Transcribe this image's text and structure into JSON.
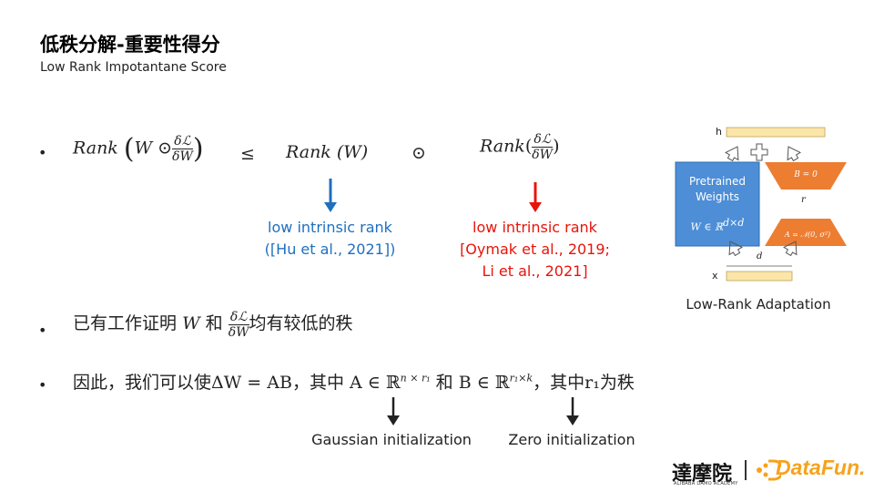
{
  "slide": {
    "title": "低秩分解-重要性得分",
    "subtitle": "Low Rank Impotantane Score"
  },
  "formula": {
    "rank_word": "Rank",
    "W": "W",
    "odot": "⊙",
    "frac_num": "δℒ",
    "frac_den": "δW",
    "leq": "≤",
    "rank_W": "Rank (W)"
  },
  "annotations": {
    "blue_line1": "low intrinsic rank",
    "blue_line2": "([Hu et al., 2021])",
    "red_line1": "low intrinsic rank",
    "red_line2": "[Oymak et al., 2019;",
    "red_line3": "Li et al., 2021]"
  },
  "bullet2": {
    "prefix": "已有工作证明",
    "W": "W",
    "and": "和",
    "suffix": "均有较低的秩"
  },
  "bullet3": {
    "prefix": "因此，我们可以使",
    "delta": "ΔW = AB，",
    "mid1": "其中 A ∈ ℝ",
    "sup1": "n × r₁",
    "mid2": " 和 B ∈ ℝ",
    "sup2": "r₁×k",
    "suffix": "，其中r₁为秩"
  },
  "init_labels": {
    "gaussian": "Gaussian initialization",
    "zero": "Zero initialization"
  },
  "lora": {
    "h": "h",
    "x": "x",
    "pretrained1": "Pretrained",
    "pretrained2": "Weights",
    "w_dim": "W ∈ ℝ",
    "w_dim_sup": "d×d",
    "B_eq": "B = 0",
    "r": "r",
    "A_eq": "A = 𝒩(0, σ²)",
    "d": "d",
    "caption": "Low-Rank Adaptation"
  },
  "logos": {
    "damo_cn": "達摩院",
    "damo_en": "ALIBABA DAMO ACADEMY",
    "datafun": "DataFun."
  },
  "colors": {
    "blue": "#1f6fbf",
    "red": "#e8140a",
    "lora_blue": "#4d8ed6",
    "lora_orange": "#ed7d31",
    "lora_yellow": "#fbe5a8",
    "datafun_orange": "#f7a21b"
  }
}
